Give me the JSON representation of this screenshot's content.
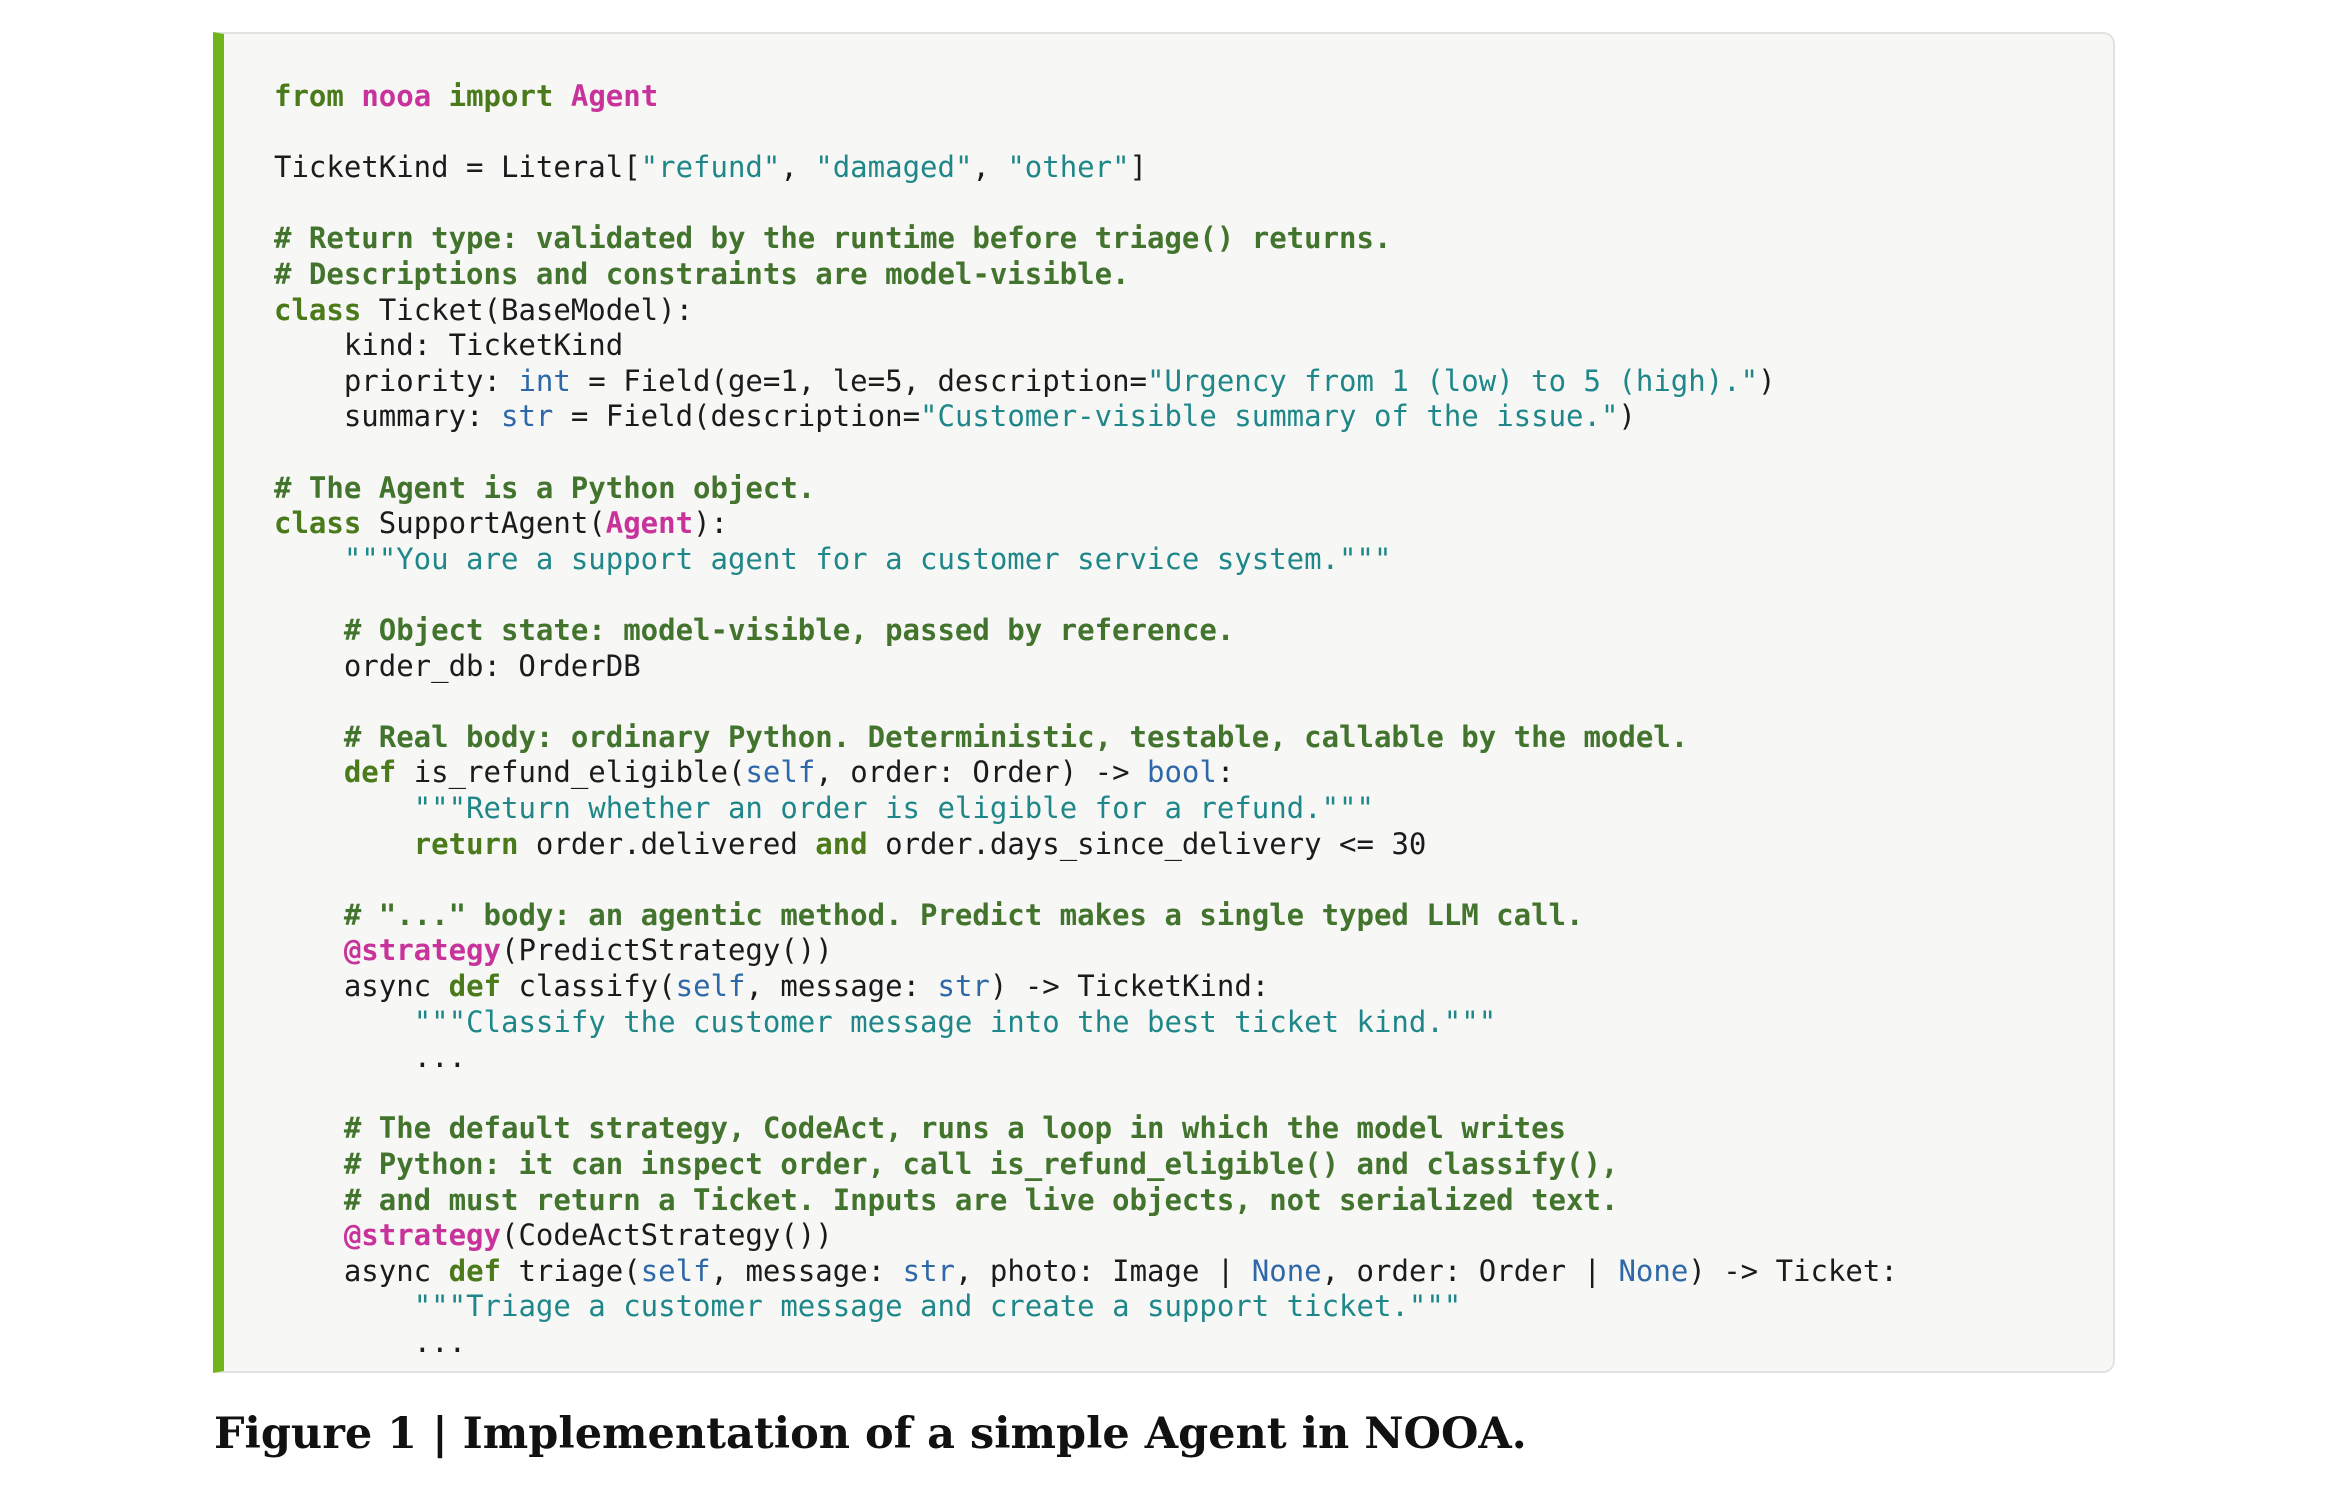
{
  "code": [
    [
      [
        "kw",
        "from"
      ],
      [
        "ph",
        " "
      ],
      [
        "mod",
        "nooa"
      ],
      [
        "ph",
        " "
      ],
      [
        "kw",
        "import"
      ],
      [
        "ph",
        " "
      ],
      [
        "mod",
        "Agent"
      ]
    ],
    [],
    [
      [
        "ph",
        "TicketKind = Literal["
      ],
      [
        "str",
        "\"refund\""
      ],
      [
        "ph",
        ", "
      ],
      [
        "str",
        "\"damaged\""
      ],
      [
        "ph",
        ", "
      ],
      [
        "str",
        "\"other\""
      ],
      [
        "ph",
        "]"
      ]
    ],
    [],
    [
      [
        "com",
        "# Return type: validated by the runtime before triage() returns."
      ]
    ],
    [
      [
        "com",
        "# Descriptions and constraints are model-visible."
      ]
    ],
    [
      [
        "kw",
        "class"
      ],
      [
        "ph",
        " Ticket(BaseModel):"
      ]
    ],
    [
      [
        "ph",
        "    kind: TicketKind"
      ]
    ],
    [
      [
        "ph",
        "    priority: "
      ],
      [
        "typ",
        "int"
      ],
      [
        "ph",
        " = Field(ge=1, le=5, description="
      ],
      [
        "str",
        "\"Urgency from 1 (low) to 5 (high).\""
      ],
      [
        "ph",
        ")"
      ]
    ],
    [
      [
        "ph",
        "    summary: "
      ],
      [
        "typ",
        "str"
      ],
      [
        "ph",
        " = Field(description="
      ],
      [
        "str",
        "\"Customer-visible summary of the issue.\""
      ],
      [
        "ph",
        ")"
      ]
    ],
    [],
    [
      [
        "com",
        "# The Agent is a Python object."
      ]
    ],
    [
      [
        "kw",
        "class"
      ],
      [
        "ph",
        " SupportAgent("
      ],
      [
        "mod",
        "Agent"
      ],
      [
        "ph",
        "):"
      ]
    ],
    [
      [
        "ph",
        "    "
      ],
      [
        "str",
        "\"\"\"You are a support agent for a customer service system.\"\"\""
      ]
    ],
    [],
    [
      [
        "ph",
        "    "
      ],
      [
        "com",
        "# Object state: model-visible, passed by reference."
      ]
    ],
    [
      [
        "ph",
        "    order_db: OrderDB"
      ]
    ],
    [],
    [
      [
        "ph",
        "    "
      ],
      [
        "com",
        "# Real body: ordinary Python. Deterministic, testable, callable by the model."
      ]
    ],
    [
      [
        "ph",
        "    "
      ],
      [
        "kw",
        "def"
      ],
      [
        "ph",
        " is_refund_eligible("
      ],
      [
        "typ",
        "self"
      ],
      [
        "ph",
        ", order: Order) -> "
      ],
      [
        "typ",
        "bool"
      ],
      [
        "ph",
        ":"
      ]
    ],
    [
      [
        "ph",
        "        "
      ],
      [
        "str",
        "\"\"\"Return whether an order is eligible for a refund.\"\"\""
      ]
    ],
    [
      [
        "ph",
        "        "
      ],
      [
        "kw",
        "return"
      ],
      [
        "ph",
        " order.delivered "
      ],
      [
        "kw",
        "and"
      ],
      [
        "ph",
        " order.days_since_delivery <= 30"
      ]
    ],
    [],
    [
      [
        "ph",
        "    "
      ],
      [
        "com",
        "# \"...\" body: an agentic method. Predict makes a single typed LLM call."
      ]
    ],
    [
      [
        "ph",
        "    "
      ],
      [
        "mod",
        "@strategy"
      ],
      [
        "ph",
        "(PredictStrategy())"
      ]
    ],
    [
      [
        "ph",
        "    async "
      ],
      [
        "kw",
        "def"
      ],
      [
        "ph",
        " classify("
      ],
      [
        "typ",
        "self"
      ],
      [
        "ph",
        ", message: "
      ],
      [
        "typ",
        "str"
      ],
      [
        "ph",
        ") -> TicketKind:"
      ]
    ],
    [
      [
        "ph",
        "        "
      ],
      [
        "str",
        "\"\"\"Classify the customer message into the best ticket kind.\"\"\""
      ]
    ],
    [
      [
        "ph",
        "        ..."
      ]
    ],
    [],
    [
      [
        "ph",
        "    "
      ],
      [
        "com",
        "# The default strategy, CodeAct, runs a loop in which the model writes"
      ]
    ],
    [
      [
        "ph",
        "    "
      ],
      [
        "com",
        "# Python: it can inspect order, call is_refund_eligible() and classify(),"
      ]
    ],
    [
      [
        "ph",
        "    "
      ],
      [
        "com",
        "# and must return a Ticket. Inputs are live objects, not serialized text."
      ]
    ],
    [
      [
        "ph",
        "    "
      ],
      [
        "mod",
        "@strategy"
      ],
      [
        "ph",
        "(CodeActStrategy())"
      ]
    ],
    [
      [
        "ph",
        "    async "
      ],
      [
        "kw",
        "def"
      ],
      [
        "ph",
        " triage("
      ],
      [
        "typ",
        "self"
      ],
      [
        "ph",
        ", message: "
      ],
      [
        "typ",
        "str"
      ],
      [
        "ph",
        ", photo: Image | "
      ],
      [
        "typ",
        "None"
      ],
      [
        "ph",
        ", order: Order | "
      ],
      [
        "typ",
        "None"
      ],
      [
        "ph",
        ") -> Ticket:"
      ]
    ],
    [
      [
        "ph",
        "        "
      ],
      [
        "str",
        "\"\"\"Triage a customer message and create a support ticket.\"\"\""
      ]
    ],
    [
      [
        "ph",
        "        ..."
      ]
    ]
  ],
  "caption": "Figure 1 | Implementation of a simple Agent in NOOA."
}
